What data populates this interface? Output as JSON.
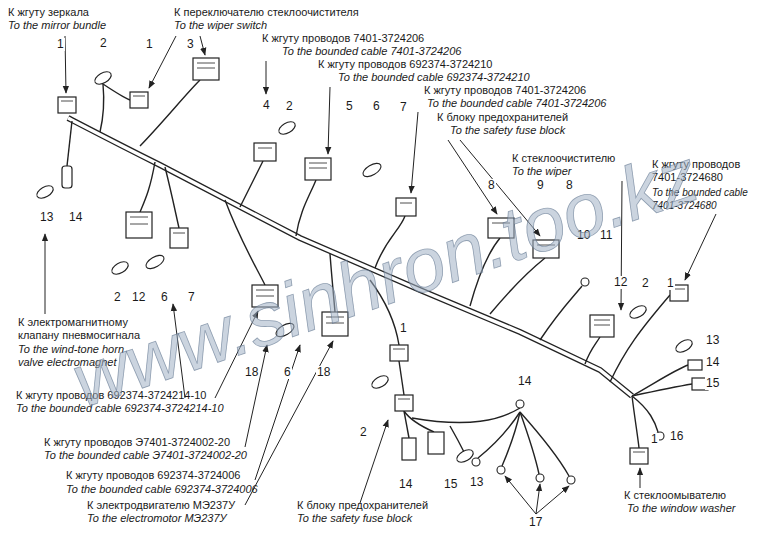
{
  "diagram": {
    "labels": [
      "К жгуту зеркала",
      "To the mirror bundle",
      "К переключателю стеклоочистителя",
      "To the wiper switch",
      "1",
      "2",
      "1",
      "3",
      "К жгуту проводов 7401-3724206",
      "To the bounded cable 7401-3724206",
      "К жгуту проводов 692374-3724210",
      "To the bounded cable 692374-3724210",
      "К жгуту проводов 7401-3724206",
      "To the bounded cable 7401-3724206",
      "К блоку предохранителей",
      "To the safety fuse block",
      "К стеклоочистителю",
      "To the wiper",
      "К жгуту проводов 7401-3724680",
      "To the bounded cable 7401-3724680",
      "4",
      "2",
      "5",
      "6",
      "7",
      "13",
      "14",
      "8",
      "9",
      "8",
      "10",
      "11",
      "2",
      "12",
      "6",
      "7",
      "12",
      "2",
      "1",
      "К электромагнитному клапану пневмосигнала",
      "To the wind-tone horn valve electromagnet",
      "13",
      "14",
      "15",
      "1",
      "18",
      "6",
      "18",
      "К жгуту проводов 692374-3724214-10",
      "To the bounded cable 692374-3724214-10",
      "14",
      "2",
      "16",
      "1",
      "К жгуту проводов Э7401-3724002-20",
      "To the bounded cable Э7401-3724002-20",
      "К жгуту проводов 692374-3724006",
      "To the bounded cable 692374-3724006",
      "14",
      "15",
      "13",
      "К электродвигателю МЭ237У",
      "To the electromotor МЭ237У",
      "К блоку предохранителей",
      "To the safety fuse block",
      "К стеклоомывателю",
      "To the window washer",
      "17",
      "www.sinhron.too.kz"
    ]
  }
}
